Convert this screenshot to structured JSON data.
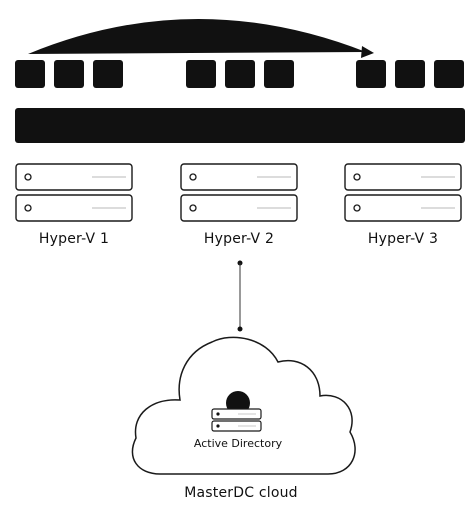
{
  "hosts": [
    {
      "label": "Hyper-V 1"
    },
    {
      "label": "Hyper-V 2"
    },
    {
      "label": "Hyper-V 3"
    }
  ],
  "cloud": {
    "label": "MasterDC cloud",
    "service_label": "Active Directory"
  },
  "colors": {
    "ink": "#111111",
    "server_border": "#1a1a1a",
    "server_line": "#b8b8b8",
    "background": "#ffffff"
  }
}
